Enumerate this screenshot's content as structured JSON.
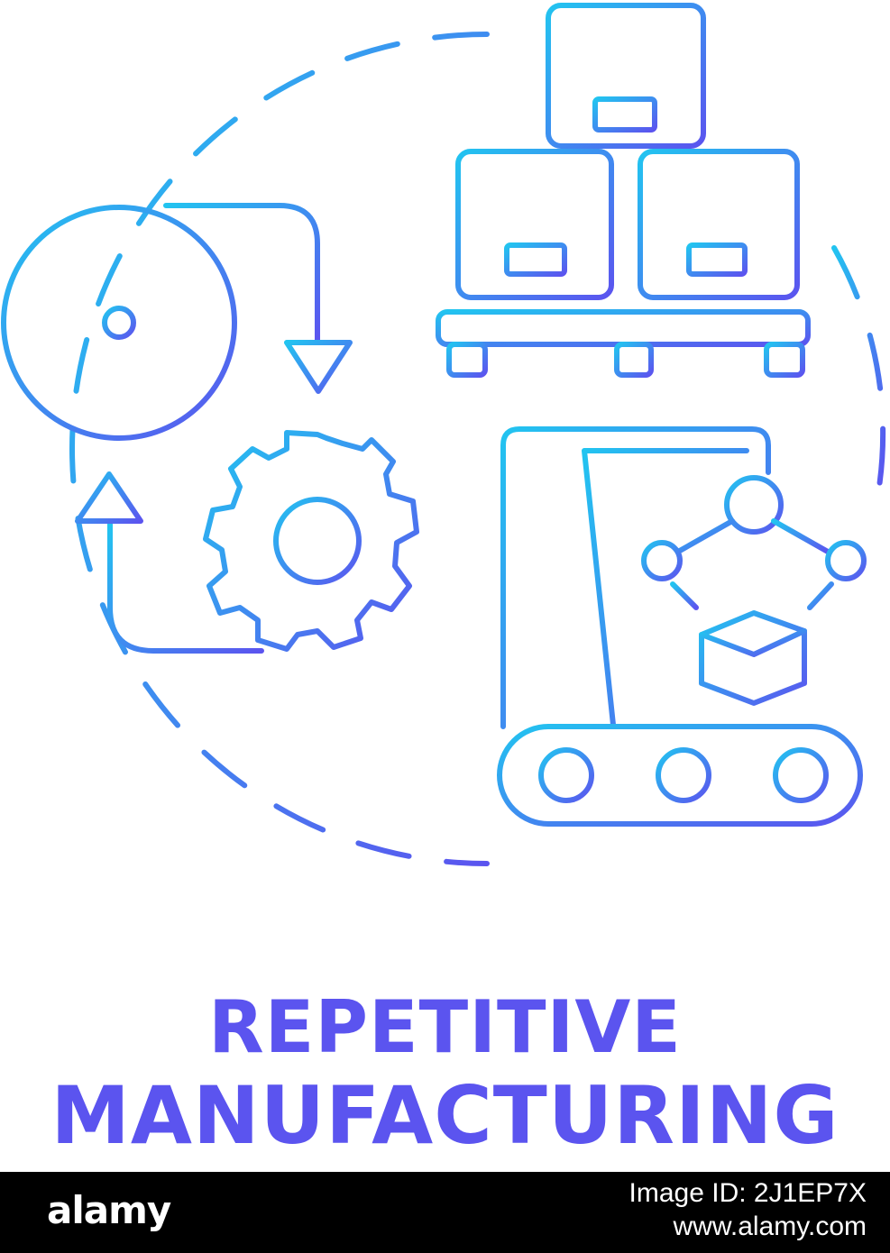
{
  "caption": {
    "line1": "REPETITIVE",
    "line2": "MANUFACTURING"
  },
  "footer": {
    "logo": "alamy",
    "image_id": "Image ID: 2J1EP7X",
    "url": "www.alamy.com"
  },
  "colors": {
    "gradient_start": "#22c4f0",
    "gradient_end": "#5b54ef",
    "text": "#5b54ef",
    "footer_bg": "#000000",
    "footer_text": "#ffffff"
  },
  "icons": [
    "clock-icon",
    "cycle-arrows-icon",
    "gear-icon",
    "pallet-boxes-icon",
    "robotic-arm-conveyor-icon",
    "dashed-circle-icon"
  ]
}
